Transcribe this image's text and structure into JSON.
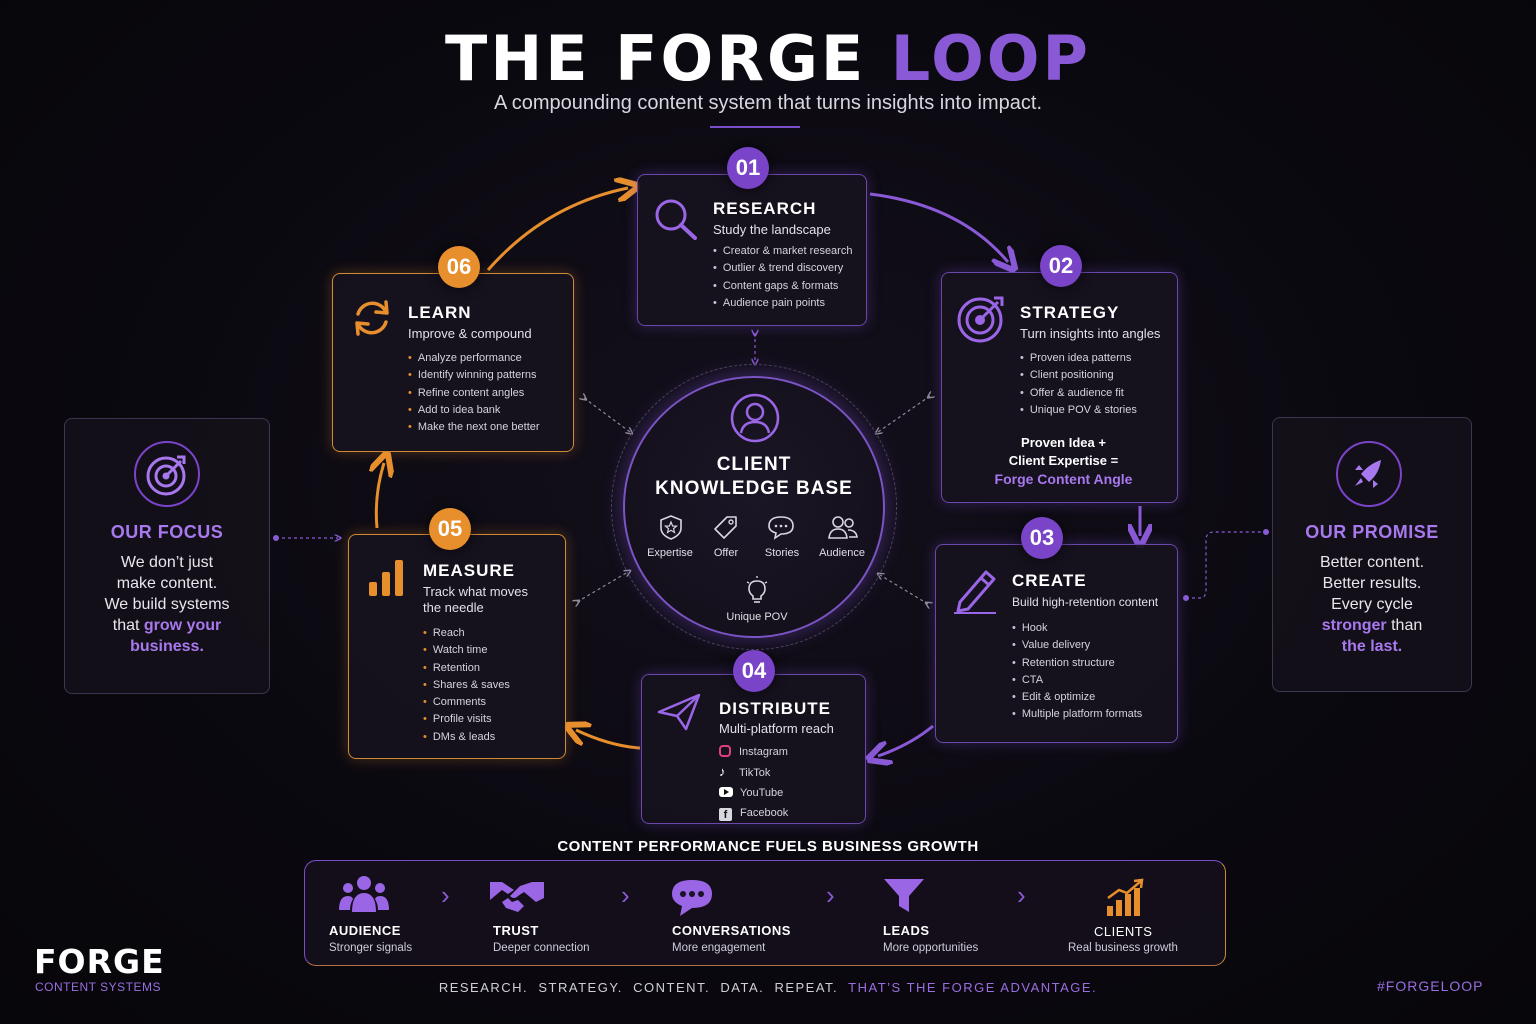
{
  "header": {
    "title_part1": "THE FORGE ",
    "title_part2": "LOOP",
    "subtitle": "A compounding content system that turns insights into impact."
  },
  "steps": [
    {
      "number": "01",
      "title": "RESEARCH",
      "subtitle": "Study the landscape",
      "icon": "magnifier-icon",
      "bullets": [
        "Creator & market research",
        "Outlier & trend discovery",
        "Content gaps & formats",
        "Audience pain points"
      ]
    },
    {
      "number": "02",
      "title": "STRATEGY",
      "subtitle": "Turn insights into angles",
      "icon": "target-icon",
      "bullets": [
        "Proven idea patterns",
        "Client positioning",
        "Offer & audience fit",
        "Unique POV & stories"
      ],
      "formula_line1": "Proven Idea +",
      "formula_line2": "Client Expertise =",
      "formula_result": "Forge Content Angle"
    },
    {
      "number": "03",
      "title": "CREATE",
      "subtitle": "Build high-retention content",
      "icon": "pencil-icon",
      "bullets": [
        "Hook",
        "Value delivery",
        "Retention structure",
        "CTA",
        "Edit & optimize",
        "Multiple platform formats"
      ]
    },
    {
      "number": "04",
      "title": "DISTRIBUTE",
      "subtitle": "Multi-platform reach",
      "icon": "paper-plane-icon",
      "platforms": [
        "Instagram",
        "TikTok",
        "YouTube",
        "Facebook"
      ]
    },
    {
      "number": "05",
      "title": "MEASURE",
      "subtitle_line1": "Track what moves",
      "subtitle_line2": "the needle",
      "icon": "bar-chart-icon",
      "bullets": [
        "Reach",
        "Watch time",
        "Retention",
        "Shares & saves",
        "Comments",
        "Profile visits",
        "DMs & leads"
      ]
    },
    {
      "number": "06",
      "title": "LEARN",
      "subtitle": "Improve & compound",
      "icon": "refresh-icon",
      "bullets": [
        "Analyze performance",
        "Identify winning patterns",
        "Refine content angles",
        "Add to idea bank",
        "Make the next one better"
      ]
    }
  ],
  "knowledge_base": {
    "title_line1": "CLIENT",
    "title_line2": "KNOWLEDGE BASE",
    "items": [
      "Expertise",
      "Offer",
      "Stories",
      "Audience",
      "Unique POV"
    ]
  },
  "focus": {
    "title": "OUR FOCUS",
    "line1": "We don’t just",
    "line2": "make content.",
    "line3": "We build systems",
    "line4a": "that ",
    "line4b": "grow your",
    "line5": "business."
  },
  "promise": {
    "title": "OUR PROMISE",
    "line1": "Better content.",
    "line2": "Better results.",
    "line3": "Every cycle",
    "line4a": "stronger",
    "line4b": " than",
    "line5": "the last."
  },
  "growth": {
    "heading": "CONTENT PERFORMANCE FUELS BUSINESS GROWTH",
    "stages": [
      {
        "title": "AUDIENCE",
        "sub": "Stronger signals",
        "icon": "people-icon"
      },
      {
        "title": "TRUST",
        "sub": "Deeper connection",
        "icon": "handshake-icon"
      },
      {
        "title": "CONVERSATIONS",
        "sub": "More engagement",
        "icon": "chat-bubble-icon"
      },
      {
        "title": "LEADS",
        "sub": "More opportunities",
        "icon": "funnel-icon"
      },
      {
        "title": "CLIENTS",
        "sub": "Real business growth",
        "icon": "growth-chart-icon"
      }
    ]
  },
  "footer": {
    "logo": "FORGE",
    "logo_sub": "CONTENT SYSTEMS",
    "tagline_main": "RESEARCH.  STRATEGY.  CONTENT.  DATA.  REPEAT.  ",
    "tagline_highlight": "THAT’S THE FORGE ADVANTAGE.",
    "hashtag": "#FORGELOOP"
  },
  "colors": {
    "purple": "#7a44c8",
    "orange": "#e88f2d",
    "background": "#0b0910"
  }
}
